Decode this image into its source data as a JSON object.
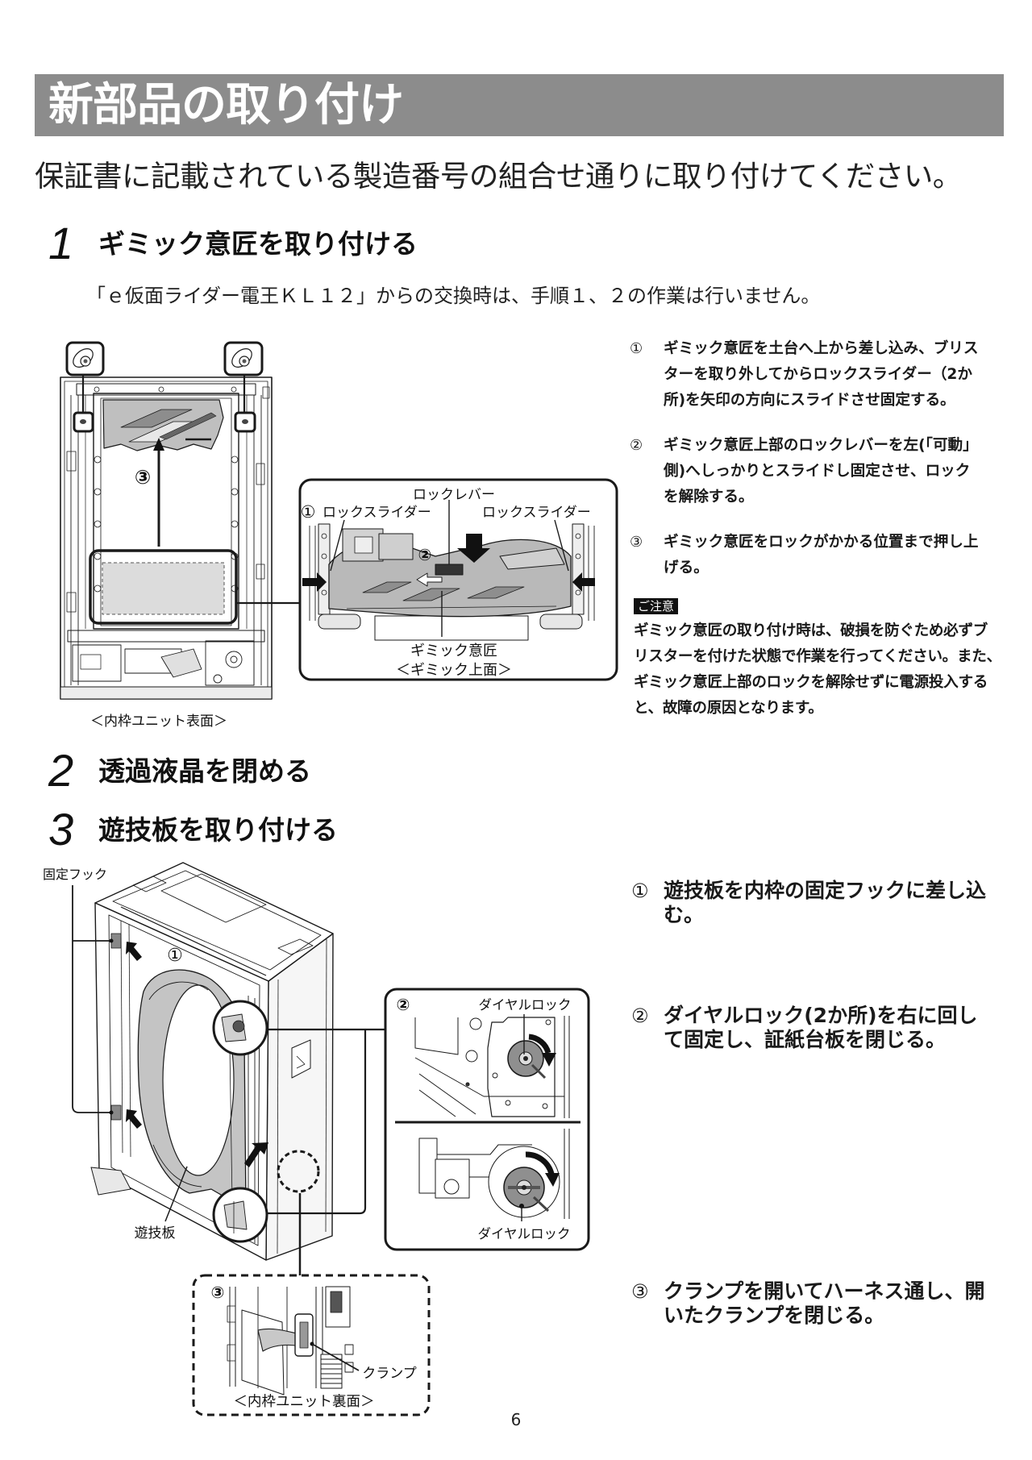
{
  "header": {
    "title": "新部品の取り付け"
  },
  "intro": "保証書に記載されている製造番号の組合せ通りに取り付けてください。",
  "steps": [
    {
      "number": "1",
      "title": "ギミック意匠を取り付ける",
      "note": "「ｅ仮面ライダー電王ＫＬ１２」からの交換時は、手順１、２の作業は行いません。",
      "instructions": [
        {
          "marker": "①",
          "lines": [
            "ギミック意匠を土台へ上から差し込み、ブリス",
            "ターを取り外してからロックスライダー（2か",
            "所)を矢印の方向にスライドさせ固定する。"
          ]
        },
        {
          "marker": "②",
          "lines": [
            "ギミック意匠上部のロックレバーを左(「可動」",
            "側)へしっかりとスライドし固定させ、ロック",
            "を解除する。"
          ]
        },
        {
          "marker": "③",
          "lines": [
            "ギミック意匠をロックがかかる位置まで押し上",
            "げる。"
          ]
        }
      ],
      "caution": {
        "badge": "ご注意",
        "lines": [
          "ギミック意匠の取り付け時は、破損を防ぐため必ずブ",
          "リスターを付けた状態で作業を行ってください。また、",
          "ギミック意匠上部のロックを解除せずに電源投入する",
          "と、故障の原因となります。"
        ]
      },
      "figure": {
        "caption": "＜内枠ユニット表面＞",
        "push_marker": "③",
        "detail": {
          "slide_marker": "①",
          "lock_slider_left": "ロックスライダー",
          "lock_lever": "ロックレバー",
          "lock_slider_right": "ロックスライダー",
          "release_marker": "②",
          "part_name": "ギミック意匠",
          "caption": "＜ギミック上面＞"
        }
      }
    },
    {
      "number": "2",
      "title": "透過液晶を閉める"
    },
    {
      "number": "3",
      "title": "遊技板を取り付ける",
      "instructions": [
        {
          "marker": "①",
          "lines": [
            "遊技板を内枠の固定フックに差し込",
            "む。"
          ]
        },
        {
          "marker": "②",
          "lines": [
            "ダイヤルロック(2か所)を右に回し",
            "て固定し、証紙台板を閉じる。"
          ]
        },
        {
          "marker": "③",
          "lines": [
            "クランプを開いてハーネス通し、開",
            "いたクランプを閉じる。"
          ]
        }
      ],
      "figure": {
        "hook_label": "固定フック",
        "insert_marker": "①",
        "board_label": "遊技板",
        "dial_detail": {
          "marker": "②",
          "label_top": "ダイヤルロック",
          "label_bottom": "ダイヤルロック"
        },
        "clamp_detail": {
          "marker": "③",
          "clamp_label": "クランプ",
          "caption": "＜内枠ユニット裏面＞"
        }
      }
    }
  ],
  "footer": {
    "page_number": "6"
  },
  "colors": {
    "title_bar": "#8c8c8c",
    "part_gray": "#bfbfbf",
    "ink": "#111111"
  }
}
